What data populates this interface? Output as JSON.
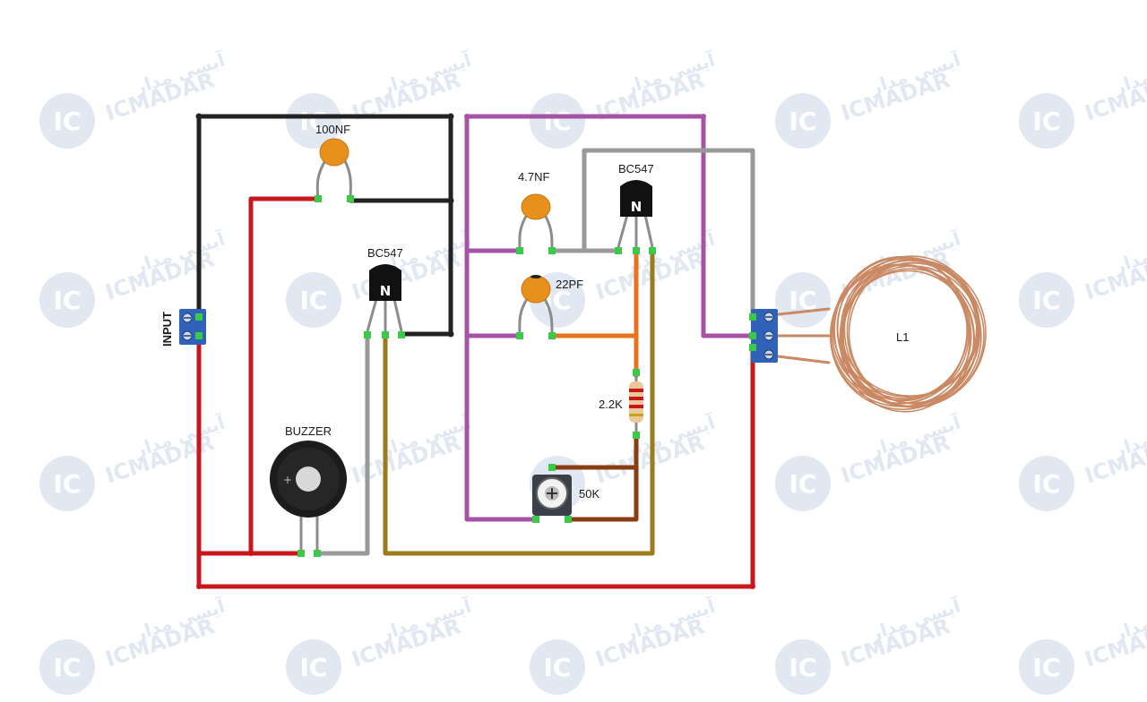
{
  "watermark": {
    "brand_fa": "آیسی مدار",
    "brand_en": "ICMADAR",
    "logo": "IC"
  },
  "labels": {
    "input": "INPUT",
    "cap_100nf": "100NF",
    "transistor_1": "BC547",
    "transistor_2": "BC547",
    "cap_4_7nf": "4.7NF",
    "cap_22pf": "22PF",
    "resistor": "2.2K",
    "trimmer": "50K",
    "buzzer": "BUZZER",
    "coil": "L1"
  },
  "colors": {
    "black": "#222222",
    "red": "#c8161d",
    "purple": "#a653a6",
    "gray": "#999999",
    "olive": "#9b7b1c",
    "orange": "#e8731e",
    "brown": "#8a3d12",
    "green_pad": "#3cc94a",
    "terminal": "#2f62b8",
    "ceramic_cap": "#e8901c",
    "coil_wire": "#c98963"
  }
}
